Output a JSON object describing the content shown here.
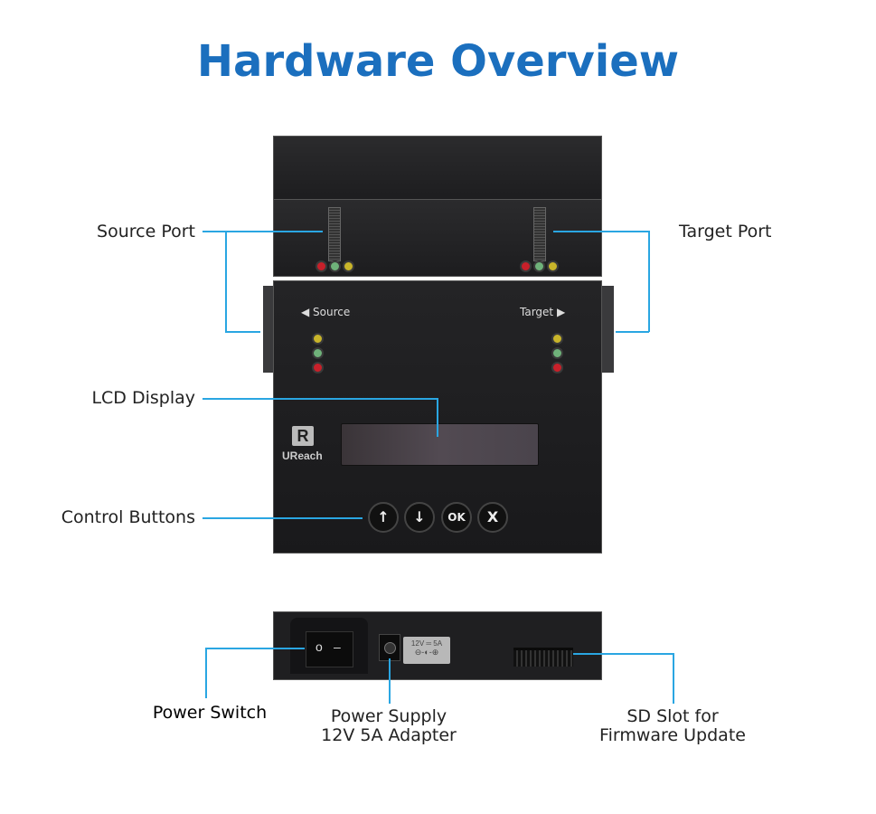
{
  "title": "Hardware Overview",
  "labels": {
    "source_port": "Source Port",
    "target_port": "Target Port",
    "lcd_display": "LCD Display",
    "control_buttons": "Control Buttons",
    "power_switch": "Power Switch",
    "power_supply_line1": "Power Supply",
    "power_supply_line2": "12V 5A Adapter",
    "sd_slot_line1": "SD Slot for",
    "sd_slot_line2": "Firmware Update"
  },
  "device": {
    "source_text": "◀ Source",
    "target_text": "Target ▶",
    "brand": "UReach",
    "brand_mark": "R",
    "buttons": [
      "↑",
      "↓",
      "OK",
      "X"
    ],
    "power_rating": "12V ═ 5A",
    "polarity": "⊖-◐-⊕",
    "switch_off": "o",
    "switch_on": "–"
  },
  "colors": {
    "title": "#1b6fbe",
    "leader_line": "#2aa6e2"
  }
}
